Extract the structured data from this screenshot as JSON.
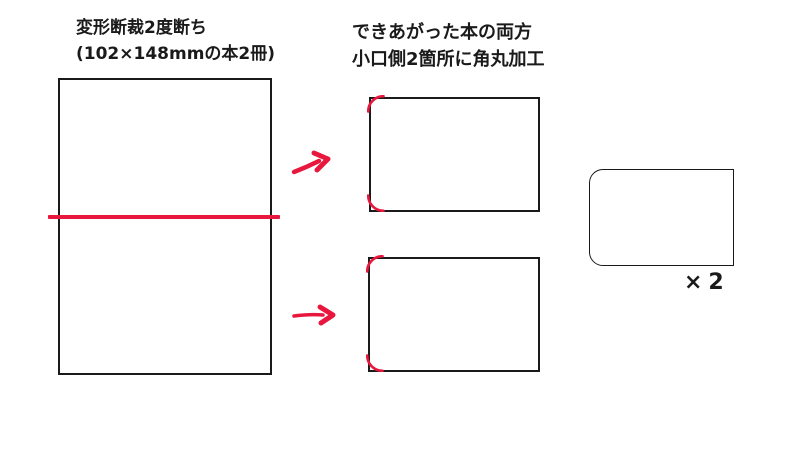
{
  "colors": {
    "ink": "#1a1a1a",
    "accent": "#e8173d",
    "background": "#ffffff"
  },
  "source_panel": {
    "caption_lines": [
      "変形断裁2度断ち",
      "(102×148mmの本2冊)"
    ]
  },
  "result_panel": {
    "caption_lines": [
      "できあがった本の両方",
      "小口側2箇所に角丸加工"
    ]
  },
  "final_panel": {
    "multiplier": "×2"
  }
}
